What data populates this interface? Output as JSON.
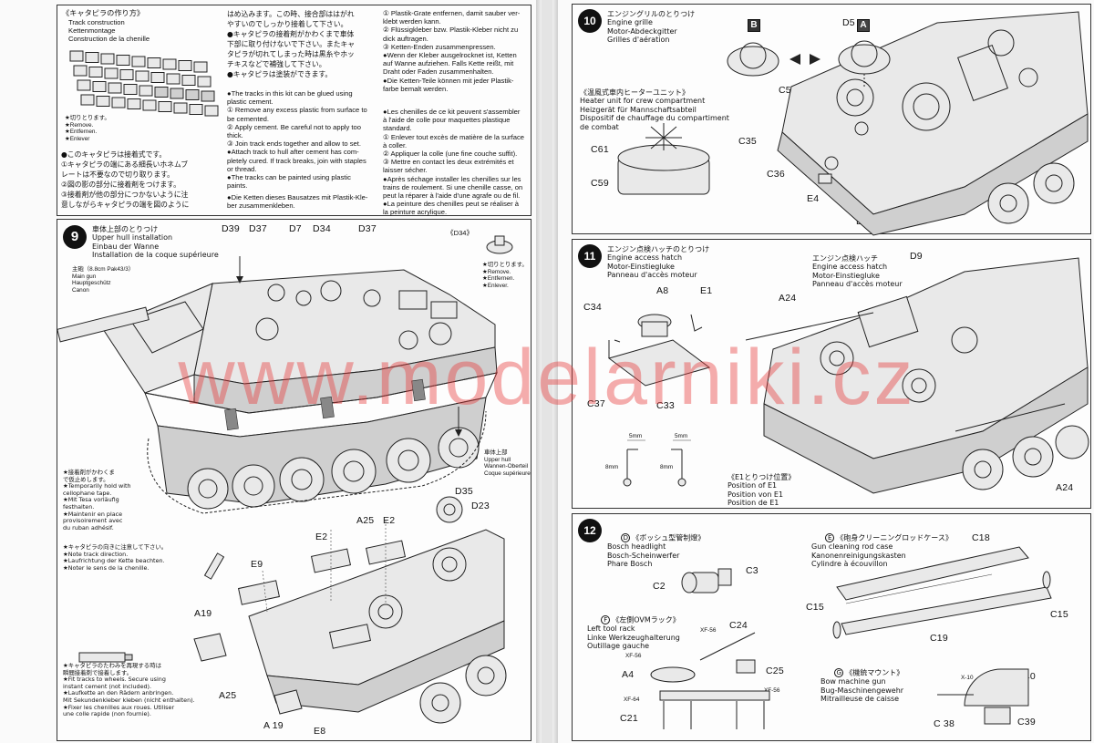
{
  "left_page": {
    "track_box": {
      "title_jp": "《キャタピラの作り方》",
      "title_en": "Track construction",
      "title_de": "Kettenmontage",
      "title_fr": "Construction de la chenille",
      "legend": "★切りとります。\n★Remove.\n★Entfernen.\n★Enlever",
      "jp_left": "●このキャタピラは接着式です。\n①キャタピラの端にある細長いホネムブ\nレートは不要なので切り取ります。\n②図の影の部分に接着剤をつけます。\n③接着剤が他の部分につかないように注\n意しながらキャタピラの端を図のように",
      "jp_mid": "はめ込みます。この時、接合部ははがれ\nやすいのでしっかり接着して下さい。\n●キャタピラの接着剤がかわくまで車体\n下部に取り付けないで下さい。またキャ\nタピラが切れてしまった時は黒糸やホッ\nチキスなどで補強して下さい。\n●キャタピラは塗装ができます。",
      "en": "●The tracks in this kit can be glued using\nplastic cement.\n① Remove any excess plastic from surface to\nbe cemented.\n② Apply cement. Be careful not to apply too\nthick.\n③ Join track ends together and allow to set.\n●Attach track to hull after cement has com-\npletely cured. If track breaks, join with staples\nor thread.\n●The tracks can be painted using plastic\npaints.",
      "de_top": "●Die Ketten dieses Bausatzes mit Plastik-Kle-\nber zusammenkleben.",
      "de": "① Plastik-Grate entfernen, damit sauber ver-\nklebt werden kann.\n② Flüssigkleber bzw. Plastik-Kleber nicht zu\ndick auftragen.\n③ Ketten-Enden zusammenpressen.\n●Wenn der Kleber ausgelrocknet ist, Ketten\nauf Wanne aufziehen. Falls Kette reißt, mit\nDraht oder Faden zusammenhalten.\n●Die Ketten-Teile können mit jeder Plastik-\nfarbe bemalt werden.",
      "fr": "●Les chenilles de ce kit peuvent s'assembler\nà l'aide de colle pour maquettes plastique\nstandard.\n① Enlever tout excès de matière de la surface\nà coller.\n② Appliquer la colle (une fine couche suffit).\n③ Mettre en contact les deux extrémités et\nlaisser sécher.\n●Après séchage installer les chenilles sur les\ntrains de roulement. Si une chenille casse, on\npeut la réparer à l'aide d'une agrafe ou de fil.\n●La peinture des chenilles peut se réaliser à\nla peinture acrylique."
    },
    "step9": {
      "number": "9",
      "title": "車体上部のとりつけ\nUpper hull installation\nEinbau der Wanne\nInstallation de la coque supérieure",
      "main_gun": "主砲（8.8cm Pak43/3）\nMain gun\nHauptgeschütz\nCanon",
      "d34_detail": "《D34》",
      "remove": "★切りとります。\n★Remove.\n★Entfernen.\n★Enlever.",
      "upper_hull": "車体上部\nUpper hull\nWannen-Oberteil\nCoque supérieure",
      "tape_note": "★接着剤がかわくま\nで仮止めします。\n★Temporarily hold with\ncellophane tape.\n★Mit Tesa vorläufig\nfesthalten.\n★Maintenir en place\nprovisoirement avec\ndu ruban adhésif.",
      "direction_note": "★キャタピラの向きに注意して下さい。\n★Note track direction.\n★Laufrichtung der Kette beachten.\n★Noter le sens de la chenille.",
      "fit_note": "★キャタピラのたわみを再現する時は\n瞬間接着剤で接着します。\n★Fit tracks to wheels. Secure using\ninstant cement (not included).\n★Laufkette an den Rädern anbringen.\nMit Sekundenkleber kleben (nicht enthalten).\n★Fixer les chenilles aux roues. Utiliser\nune colle rapide (non fournie).",
      "parts": {
        "d39": "D39",
        "d37a": "D37",
        "d7": "D7",
        "d34": "D34",
        "d37b": "D37",
        "d35": "D35",
        "d23": "D23",
        "a25a": "A25",
        "e2a": "E2",
        "e2b": "E2",
        "e9": "E9",
        "a19a": "A19",
        "a25b": "A25",
        "a19b": "A 19",
        "e8": "E8"
      }
    }
  },
  "right_page": {
    "step10": {
      "number": "10",
      "title": "エンジングリルのとりつけ\nEngine grille\nMotor-Abdeckgitter\nGrilles d'aération",
      "heater": "《温風式車内ヒーターユニット》\nHeater unit for crew compartment\nHeizgerät für Mannschaftsabteil\nDispositif de chauffage du compartiment\nde combat",
      "box_b": "B",
      "box_a": "A",
      "parts": {
        "d5a": "D5",
        "c50": "C50",
        "c35": "C35",
        "c36": "C36",
        "e4": "E4",
        "d5b": "D5",
        "c61": "C61",
        "c59": "C59"
      }
    },
    "step11": {
      "number": "11",
      "title": "エンジン点検ハッチのとりつけ\nEngine access hatch\nMotor-Einstiegluke\nPanneau d'accès moteur",
      "hatch_label": "エンジン点検ハッチ\nEngine access hatch\nMotor-Einstiegluke\nPanneau d'accès moteur",
      "e1_pos": "《E1とりつけ位置》\nPosition of E1\nPosition von E1\nPosition de E1",
      "dims": {
        "w1": "5mm",
        "w2": "5mm",
        "h1": "8mm",
        "h2": "8mm"
      },
      "parts": {
        "c34": "C34",
        "a8": "A8",
        "e1": "E1",
        "c37": "C37",
        "c33": "C33",
        "a24a": "A24",
        "d9": "D9",
        "d6": "D6",
        "a24b": "A24"
      }
    },
    "step12": {
      "number": "12",
      "sec_d": {
        "letter": "D",
        "title": "《ボッシュ型管制燈》\nBosch headlight\nBosch-Scheinwerfer\nPhare Bosch"
      },
      "sec_e": {
        "letter": "E",
        "title": "《砲身クリーニングロッドケース》\nGun cleaning rod case\nKanonenreinigungskasten\nCylindre à écouvillon"
      },
      "sec_f": {
        "letter": "F",
        "title": "《左側OVMラック》\nLeft tool rack\nLinke Werkzeughalterung\nOutillage gauche"
      },
      "sec_g": {
        "letter": "G",
        "title": "《機銃マウント》\nBow machine gun\nBug-Maschinengewehr\nMitrailleuse de caisse"
      },
      "paints": {
        "xf56a": "XF-56",
        "xf56b": "XF-56",
        "xf56c": "XF-56",
        "xf64": "XF-64",
        "x10": "X-10"
      },
      "parts": {
        "c2": "C2",
        "c3": "C3",
        "c18": "C18",
        "c15a": "C15",
        "c15b": "C15",
        "c19": "C19",
        "c24": "C24",
        "a4": "A4",
        "c25": "C25",
        "c21": "C21",
        "c40": "C40",
        "c38": "C 38",
        "c39": "C39"
      }
    }
  },
  "watermark": "www.modelarniki.cz",
  "colors": {
    "watermark": "#e63c3c",
    "ink": "#111111",
    "paper": "#fafafa"
  }
}
